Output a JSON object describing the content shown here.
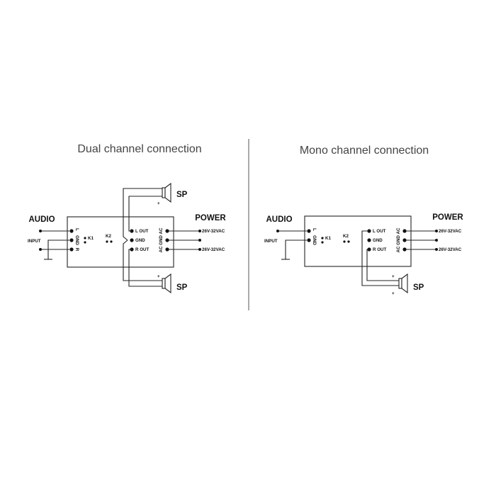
{
  "dual": {
    "title": "Dual channel connection",
    "audio_label": "AUDIO",
    "power_label": "POWER",
    "input_label": "INPUT",
    "input_pins": [
      "L",
      "GND",
      "R"
    ],
    "k1": "K1",
    "k2": "K2",
    "out_labels": [
      "L OUT",
      "GND",
      "R OUT"
    ],
    "power_pins": [
      "AC",
      "GND",
      "AC"
    ],
    "voltage_top": "26V-32VAC",
    "voltage_bottom": "26V-32VAC",
    "sp_top": "SP",
    "sp_bottom": "SP",
    "plus": "+"
  },
  "mono": {
    "title": "Mono channel connection",
    "audio_label": "AUDIO",
    "power_label": "POWER",
    "input_label": "INPUT",
    "input_pins": [
      "L",
      "GND"
    ],
    "k1": "K1",
    "k2": "K2",
    "out_labels": [
      "L OUT",
      "GND",
      "R OUT"
    ],
    "power_pins": [
      "AC",
      "GND",
      "AC"
    ],
    "voltage_top": "26V-32VAC",
    "voltage_bottom": "26V-32VAC",
    "sp": "SP",
    "plus_left": "+",
    "plus_right": "+"
  },
  "colors": {
    "ink": "#222222",
    "title": "#444444"
  }
}
